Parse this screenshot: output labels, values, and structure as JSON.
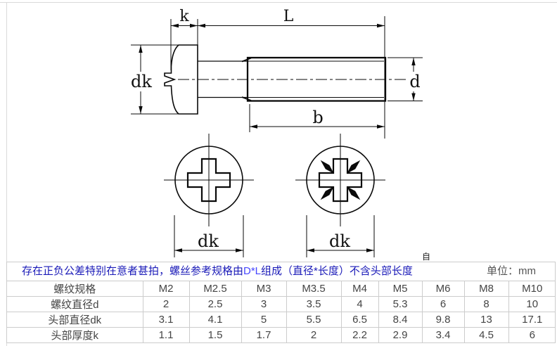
{
  "drawing": {
    "labels": {
      "k": "k",
      "L": "L",
      "dk_side": "dk",
      "d": "d",
      "b": "b",
      "dk_phillips": "dk",
      "dk_pozi": "dk",
      "stray_char": "自"
    }
  },
  "table": {
    "note": {
      "prefix": "存在正负公差特别在意者甚拍，螺丝参考规格由",
      "highlight": "D*L",
      "suffix": "组成（直径*长度）不含头部长度",
      "unit": "单位：mm"
    },
    "header": [
      "螺纹规格",
      "M2",
      "M2.5",
      "M3",
      "M3.5",
      "M4",
      "M5",
      "M6",
      "M8",
      "M10"
    ],
    "rows": [
      {
        "label": "螺纹直径d",
        "values": [
          "2",
          "2.5",
          "3",
          "3.5",
          "4",
          "5.3",
          "6",
          "8",
          "10"
        ]
      },
      {
        "label": "头部直径dk",
        "values": [
          "3.1",
          "4.1",
          "5",
          "5.5",
          "6.5",
          "8.4",
          "9.8",
          "13",
          "17.1"
        ]
      },
      {
        "label": "头部厚度k",
        "values": [
          "1.1",
          "1.5",
          "1.7",
          "2",
          "2.2",
          "2.9",
          "3.4",
          "4.5",
          "6"
        ]
      }
    ],
    "colors": {
      "note_blue": "#1a1ab8",
      "note_highlight_blue": "#4646ff",
      "border_gray": "#cccccc",
      "cell_text": "#444444",
      "line_black": "#0a0a0a"
    }
  }
}
